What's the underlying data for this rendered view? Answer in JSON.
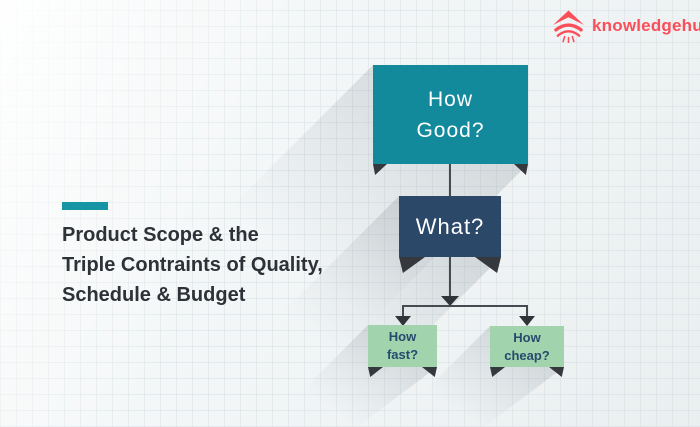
{
  "logo": {
    "text": "knowledgehut",
    "color": "#fb4e59",
    "icon": "knowledgehut-arrow-icon"
  },
  "title": {
    "lines": [
      "Product Scope & the",
      "Triple Contraints of Quality,",
      "Schedule & Budget"
    ],
    "accent_color": "#1695a4",
    "text_color": "#2e3237"
  },
  "diagram": {
    "type": "flowchart",
    "nodes": [
      {
        "id": "quality",
        "label": "How\nGood?",
        "color": "#13899c",
        "text_color": "#ffffff"
      },
      {
        "id": "scope",
        "label": "What?",
        "color": "#2b4869",
        "text_color": "#ffffff"
      },
      {
        "id": "schedule",
        "label": "How\nfast?",
        "color": "#a1d4ad",
        "text_color": "#274a6d"
      },
      {
        "id": "budget",
        "label": "How\ncheap?",
        "color": "#a1d4ad",
        "text_color": "#274a6d"
      }
    ],
    "edges": [
      {
        "from": "quality",
        "to": "scope"
      },
      {
        "from": "scope",
        "to": "schedule"
      },
      {
        "from": "scope",
        "to": "budget"
      }
    ],
    "connector_color": "#454b50"
  }
}
